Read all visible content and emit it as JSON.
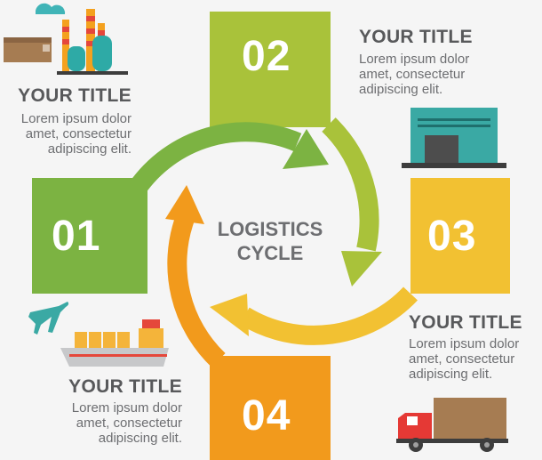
{
  "center": {
    "line1": "LOGISTICS",
    "line2": "CYCLE"
  },
  "steps": [
    {
      "number": "01",
      "title": "YOUR TITLE",
      "lines": [
        "Lorem ipsum dolor",
        "amet, consectetur",
        "adipiscing elit."
      ]
    },
    {
      "number": "02",
      "title": "YOUR TITLE",
      "lines": [
        "Lorem ipsum dolor",
        "amet, consectetur",
        "adipiscing elit."
      ]
    },
    {
      "number": "03",
      "title": "YOUR TITLE",
      "lines": [
        "Lorem ipsum dolor",
        "amet, consectetur",
        "adipiscing elit."
      ]
    },
    {
      "number": "04",
      "title": "YOUR TITLE",
      "lines": [
        "Lorem ipsum dolor",
        "amet, consectetur",
        "adipiscing elit."
      ]
    }
  ],
  "colors": {
    "step01": "#7cb342",
    "step02": "#a9c23a",
    "step03": "#f2c132",
    "step04": "#f29a1c",
    "text": "#6d6e71"
  },
  "icons": [
    "factory-icon",
    "box-icon",
    "warehouse-icon",
    "airplane-icon",
    "cargo-ship-icon",
    "truck-icon"
  ]
}
